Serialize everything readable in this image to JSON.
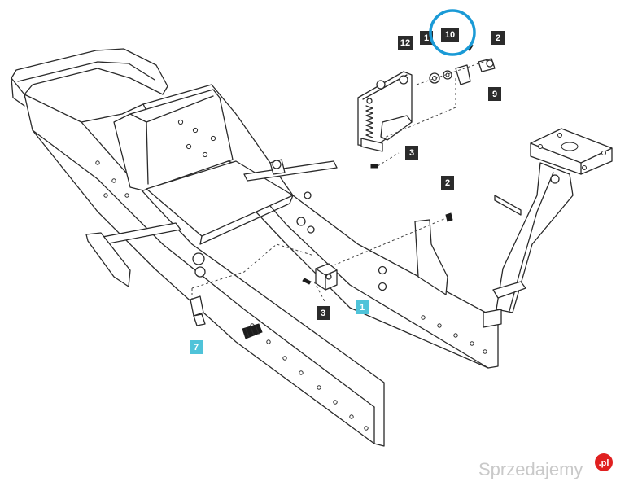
{
  "callouts": [
    {
      "id": "c-12",
      "label": "12",
      "style": "dark"
    },
    {
      "id": "c-1-top",
      "label": "1",
      "style": "dark"
    },
    {
      "id": "c-10",
      "label": "10",
      "style": "dark"
    },
    {
      "id": "c-2-top",
      "label": "2",
      "style": "dark"
    },
    {
      "id": "c-9",
      "label": "9",
      "style": "dark"
    },
    {
      "id": "c-3-top",
      "label": "3",
      "style": "dark"
    },
    {
      "id": "c-2-mid",
      "label": "2",
      "style": "dark"
    },
    {
      "id": "c-3-bottom",
      "label": "3",
      "style": "dark"
    },
    {
      "id": "c-1-bottom",
      "label": "1",
      "style": "highlight"
    },
    {
      "id": "c-7",
      "label": "7",
      "style": "highlight"
    }
  ],
  "colors": {
    "dark_tag": "#2b2b2b",
    "highlight_tag": "#4fc3d9",
    "highlight_circle": "#1a9ad6",
    "watermark_dot": "#e02020"
  },
  "watermark": {
    "text": "Sprzedajemy",
    "suffix": ".pl"
  }
}
